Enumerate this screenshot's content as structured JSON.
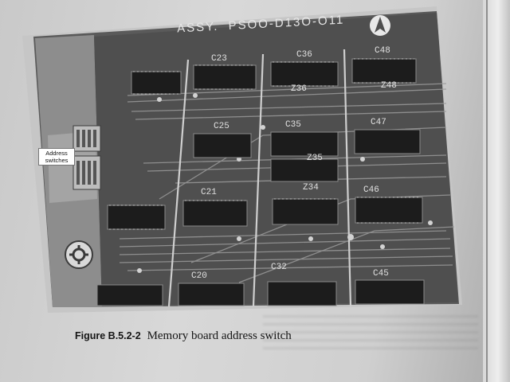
{
  "figure": {
    "label": "Figure B.5.2-2",
    "title": "Memory board address switch"
  },
  "board": {
    "assembly_marking": "ASSY.  PSOO-D13O-O11",
    "callout": {
      "line1": "Address",
      "line2": "switches"
    },
    "silkscreen": [
      "C23",
      "C36",
      "C48",
      "Z36",
      "Z48",
      "C25",
      "C35",
      "C47",
      "Z35",
      "Z34",
      "C46",
      "C21",
      "C32",
      "C20",
      "C45"
    ],
    "icons": [
      "manufacturer-logo-icon",
      "gear-icon"
    ]
  },
  "colors": {
    "board": "#555555",
    "chip": "#1c1c1c",
    "page": "#d4d4d4",
    "caption_text": "#151515"
  }
}
